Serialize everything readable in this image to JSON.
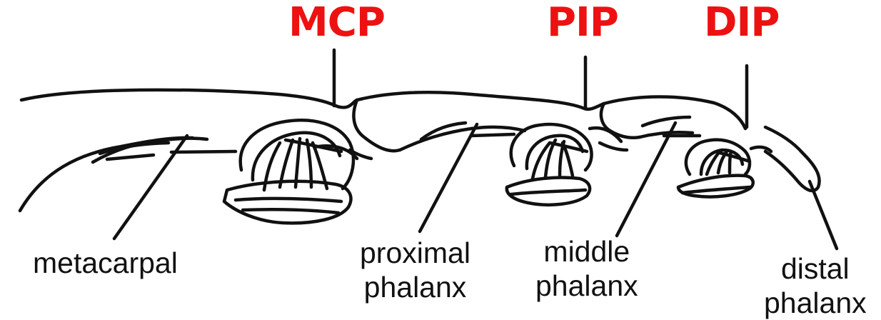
{
  "colors": {
    "joint_label": "#ee1111",
    "ink": "#111111",
    "background": "#ffffff"
  },
  "joints": {
    "mcp": "MCP",
    "pip": "PIP",
    "dip": "DIP"
  },
  "bones": {
    "metacarpal": "metacarpal",
    "proximal_line1": "proximal",
    "proximal_line2": "phalanx",
    "middle_line1": "middle",
    "middle_line2": "phalanx",
    "distal_line1": "distal",
    "distal_line2": "phalanx"
  }
}
